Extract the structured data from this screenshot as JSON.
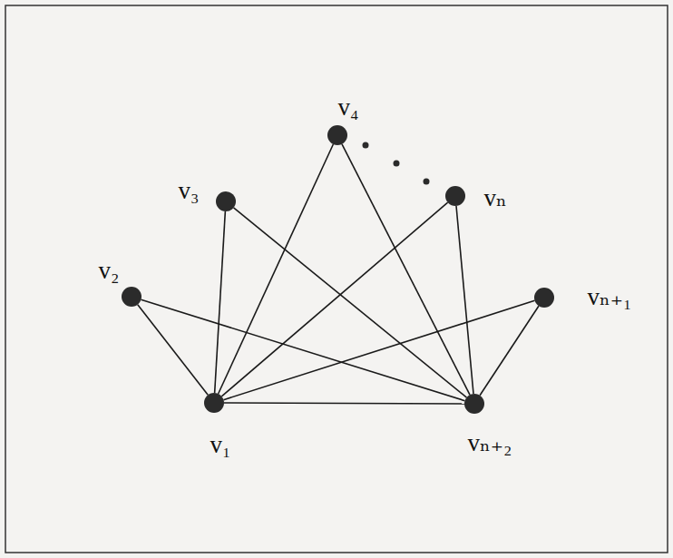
{
  "diagram": {
    "nodes": [
      {
        "text": [
          "v₁"
        ]
      },
      {
        "text": [
          "v₂"
        ]
      },
      {
        "text": [
          "v₃"
        ]
      },
      {
        "text": [
          "v₄"
        ]
      },
      {
        "text": [
          "vₙ"
        ]
      },
      {
        "text": [
          "vₙ₊₁"
        ]
      },
      {
        "text": [
          "vₙ₊₂"
        ]
      }
    ],
    "edges": [
      {
        "from": 0,
        "to": 1,
        "arrow": "none"
      },
      {
        "from": 0,
        "to": 2,
        "arrow": "none"
      },
      {
        "from": 0,
        "to": 3,
        "arrow": "none"
      },
      {
        "from": 0,
        "to": 4,
        "arrow": "none"
      },
      {
        "from": 0,
        "to": 5,
        "arrow": "none"
      },
      {
        "from": 0,
        "to": 6,
        "arrow": "none"
      },
      {
        "from": 1,
        "to": 6,
        "arrow": "none"
      },
      {
        "from": 2,
        "to": 6,
        "arrow": "none"
      },
      {
        "from": 3,
        "to": 6,
        "arrow": "none"
      },
      {
        "from": 4,
        "to": 6,
        "arrow": "none"
      },
      {
        "from": 5,
        "to": 6,
        "arrow": "none"
      }
    ]
  }
}
